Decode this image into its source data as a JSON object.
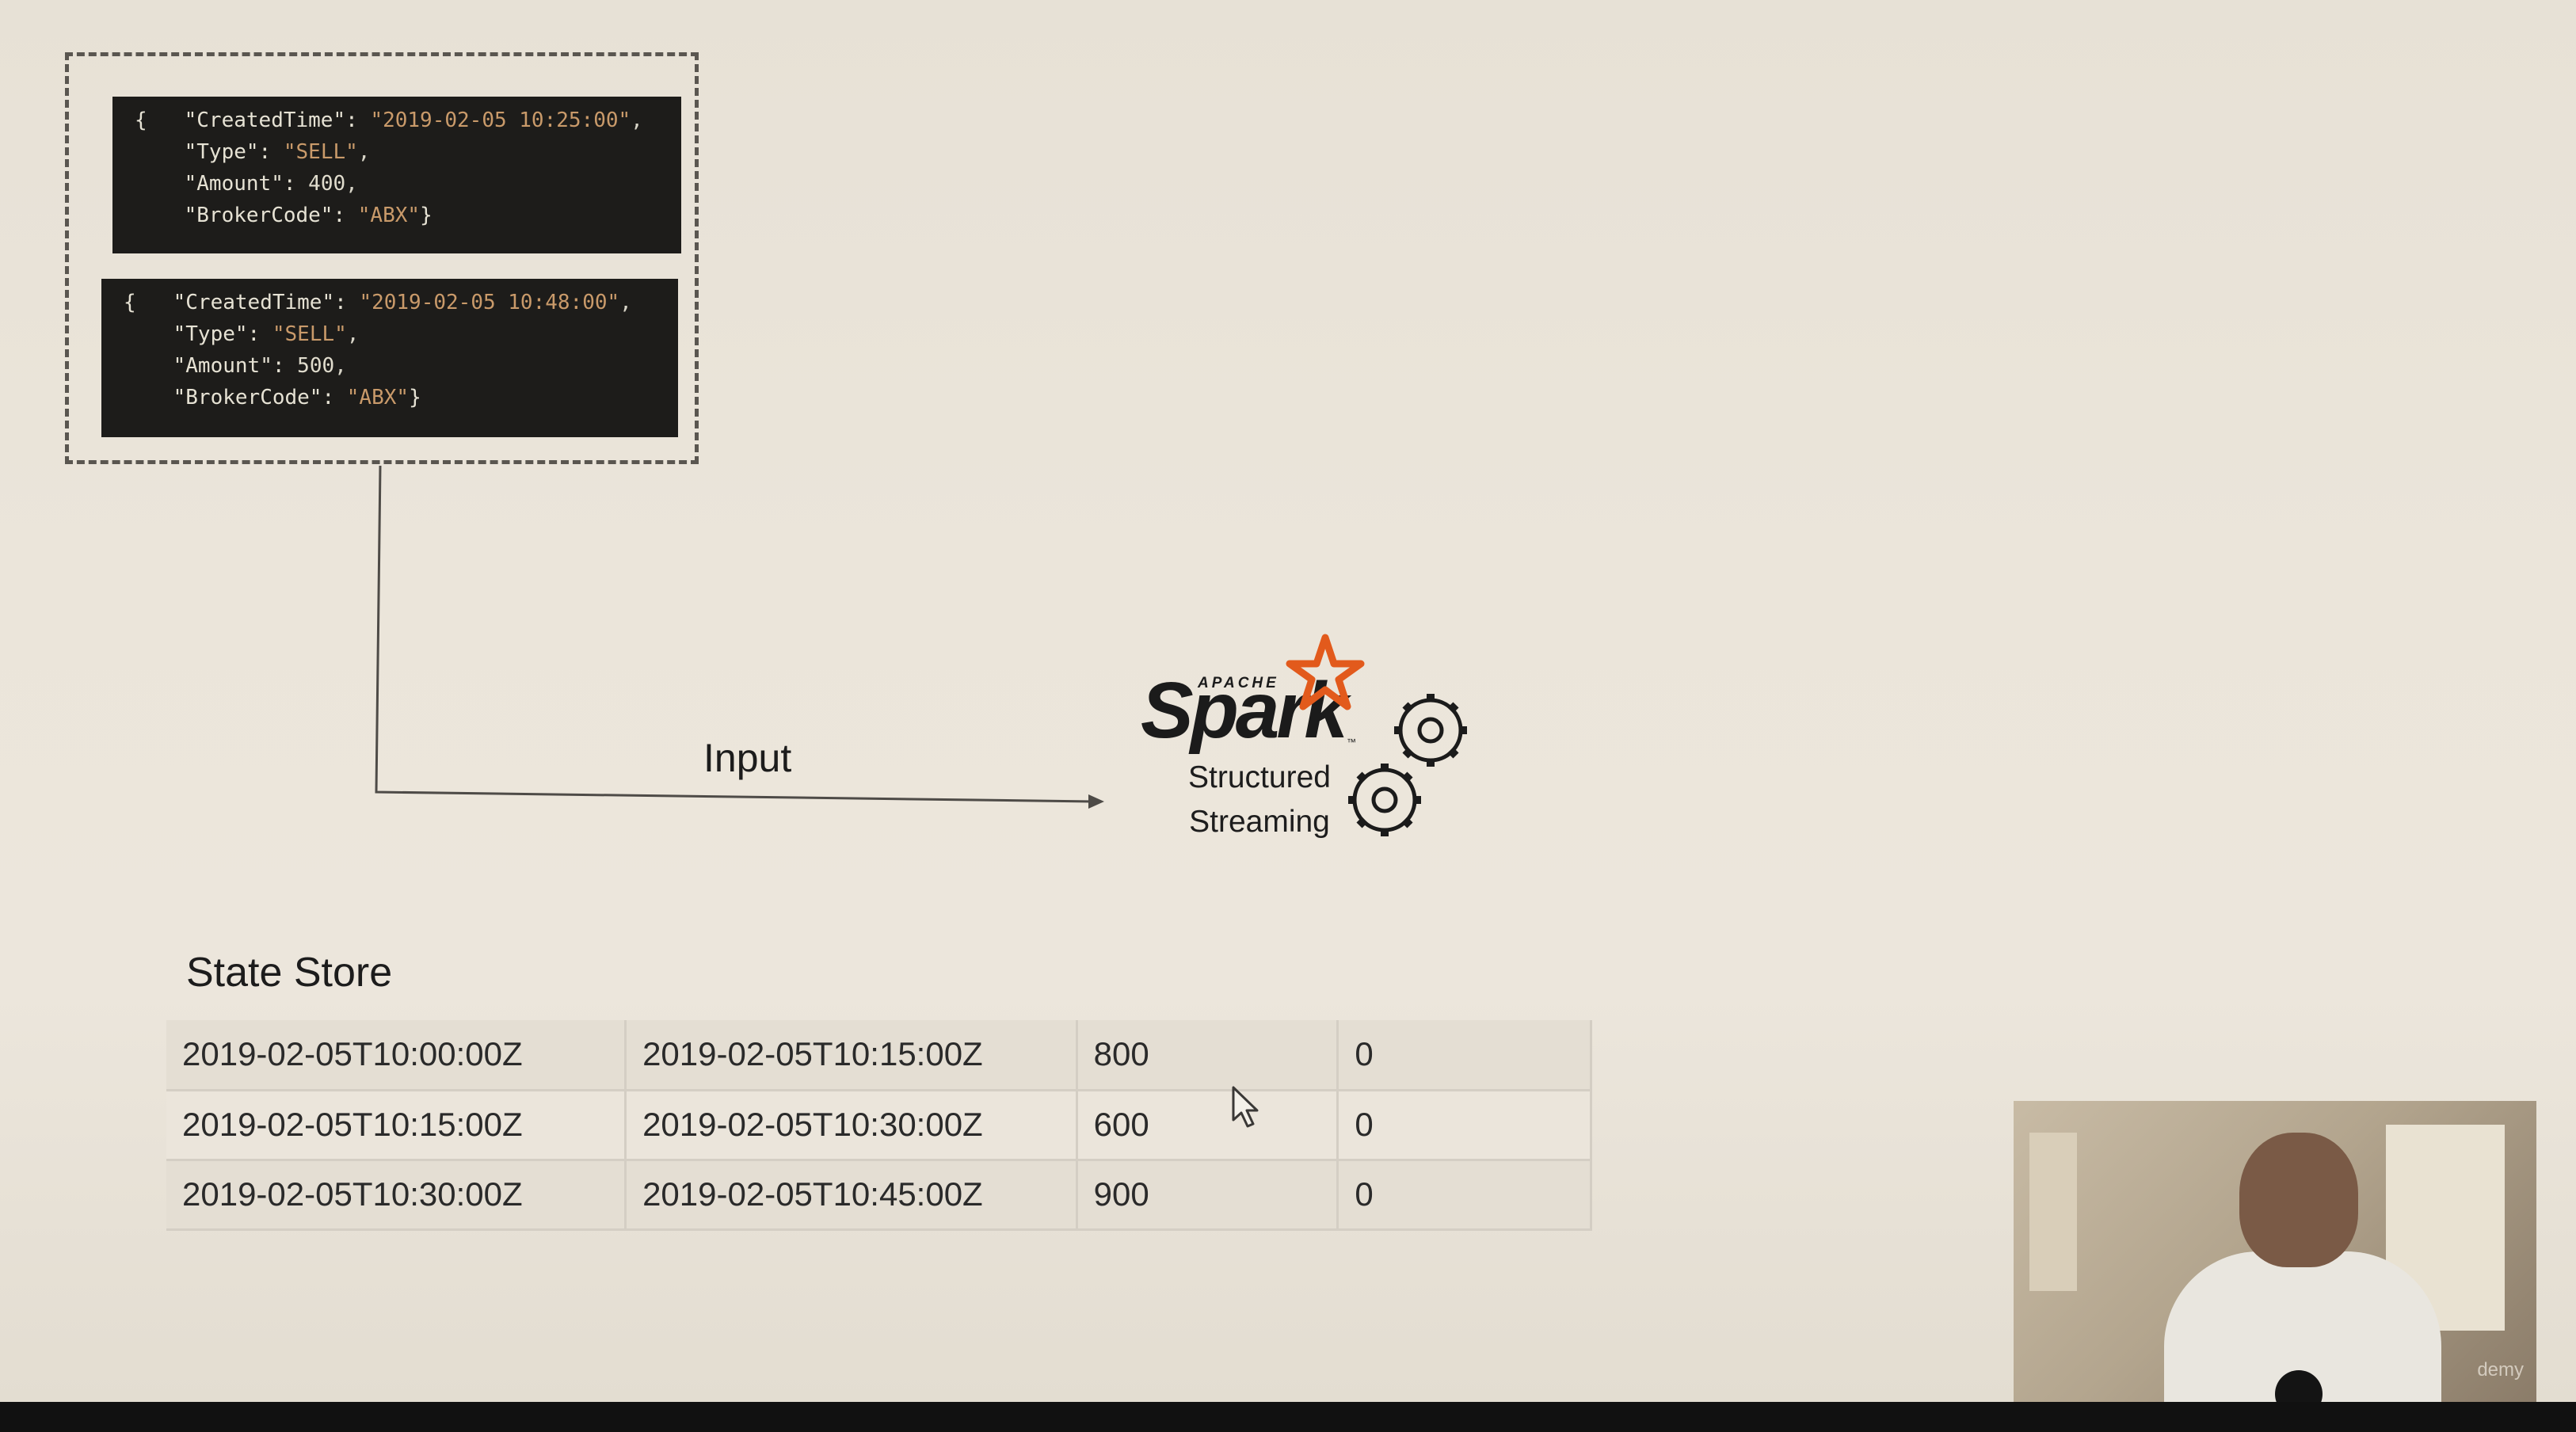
{
  "input_events": [
    {
      "open": "{",
      "created_time_key": "\"CreatedTime\":",
      "created_time_value": "\"2019-02-05 10:25:00\"",
      "type_key": "\"Type\":",
      "type_value": "\"SELL\"",
      "amount_key": "\"Amount\":",
      "amount_value": "400",
      "broker_key": "\"BrokerCode\":",
      "broker_value": "\"ABX\"",
      "close": "}"
    },
    {
      "open": "{",
      "created_time_key": "\"CreatedTime\":",
      "created_time_value": "\"2019-02-05 10:48:00\"",
      "type_key": "\"Type\":",
      "type_value": "\"SELL\"",
      "amount_key": "\"Amount\":",
      "amount_value": "500",
      "broker_key": "\"BrokerCode\":",
      "broker_value": "\"ABX\"",
      "close": "}"
    }
  ],
  "connector": {
    "label": "Input"
  },
  "spark": {
    "apache_word": "APACHE",
    "logo_word": "Spark",
    "tm": "™",
    "line1": "Structured",
    "line2": "Streaming",
    "icon": "gears-icon"
  },
  "state_store": {
    "title": "State Store",
    "rows": [
      {
        "start": "2019-02-05T10:00:00Z",
        "end": "2019-02-05T10:15:00Z",
        "total": "800",
        "extra": "0"
      },
      {
        "start": "2019-02-05T10:15:00Z",
        "end": "2019-02-05T10:30:00Z",
        "total": "600",
        "extra": "0"
      },
      {
        "start": "2019-02-05T10:30:00Z",
        "end": "2019-02-05T10:45:00Z",
        "total": "900",
        "extra": "0"
      }
    ]
  },
  "webcam": {
    "watermark": "demy"
  },
  "colors": {
    "spark_star": "#e25a1c",
    "code_bg": "#1d1c1a",
    "slide_bg": "#ebe5da"
  }
}
